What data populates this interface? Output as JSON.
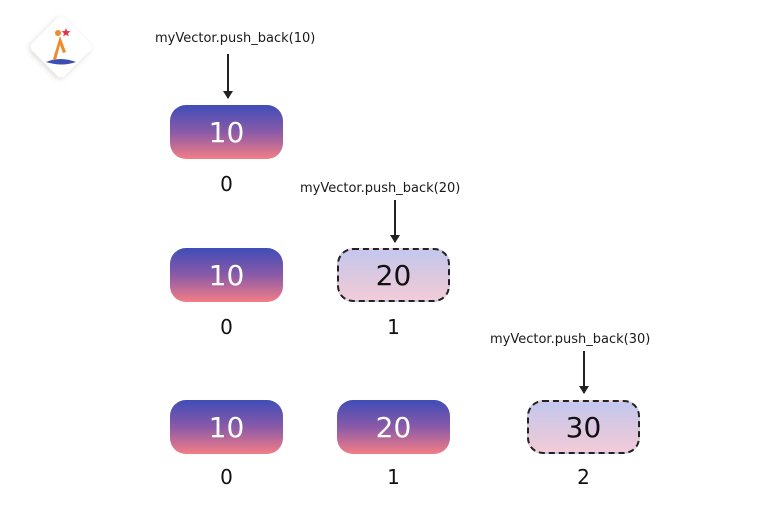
{
  "brand": {
    "logo_icon": "figure-with-star-logo"
  },
  "steps": [
    {
      "call": "myVector.push_back(10)",
      "cells": [
        {
          "value": "10",
          "index": "0",
          "new": false
        }
      ]
    },
    {
      "call": "myVector.push_back(20)",
      "cells": [
        {
          "value": "10",
          "index": "0",
          "new": false
        },
        {
          "value": "20",
          "index": "1",
          "new": true
        }
      ]
    },
    {
      "call": "myVector.push_back(30)",
      "cells": [
        {
          "value": "10",
          "index": "0",
          "new": false
        },
        {
          "value": "20",
          "index": "1",
          "new": false
        },
        {
          "value": "30",
          "index": "2",
          "new": true
        }
      ]
    }
  ],
  "colors": {
    "cell_gradient_top": "#3f4db8",
    "cell_gradient_bottom": "#f37d86",
    "new_cell_top": "#c3c7ee",
    "new_cell_bottom": "#f2ccd8"
  }
}
